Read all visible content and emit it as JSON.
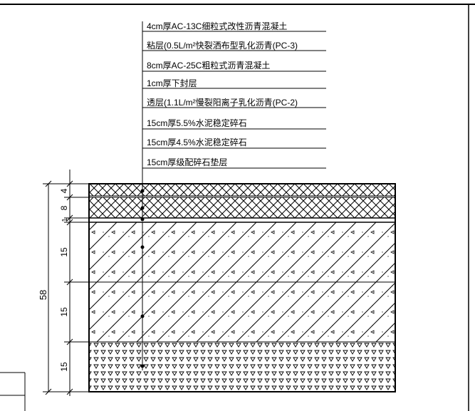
{
  "layers": [
    {
      "label": "4cm厚AC-13C细粒式改性沥青混凝土"
    },
    {
      "label": "粘层(0.5L/m²快裂洒布型乳化沥青(PC-3)"
    },
    {
      "label": "8cm厚AC-25C粗粒式沥青混凝土"
    },
    {
      "label": "1cm厚下封层"
    },
    {
      "label": "透层(1.1L/m²慢裂阳离子乳化沥青(PC-2)"
    },
    {
      "label": "15cm厚5.5%水泥稳定碎石"
    },
    {
      "label": "15cm厚4.5%水泥稳定碎石"
    },
    {
      "label": "15cm厚级配碎石垫层"
    }
  ],
  "dimensions": {
    "total": "58",
    "parts": [
      "4",
      "8",
      "1",
      "15",
      "15",
      "15"
    ]
  }
}
